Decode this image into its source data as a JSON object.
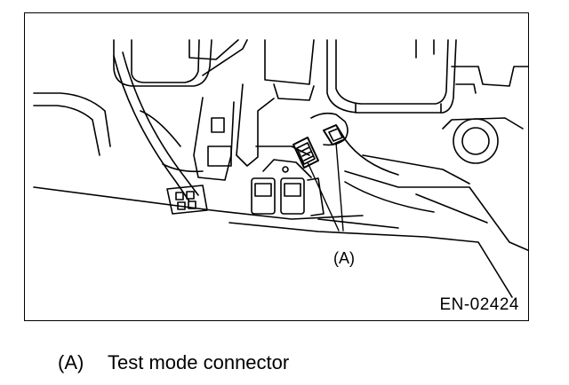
{
  "figure": {
    "callout_label": "(A)",
    "figure_code": "EN-02424"
  },
  "legend": {
    "key": "(A)",
    "description": "Test mode connector"
  }
}
